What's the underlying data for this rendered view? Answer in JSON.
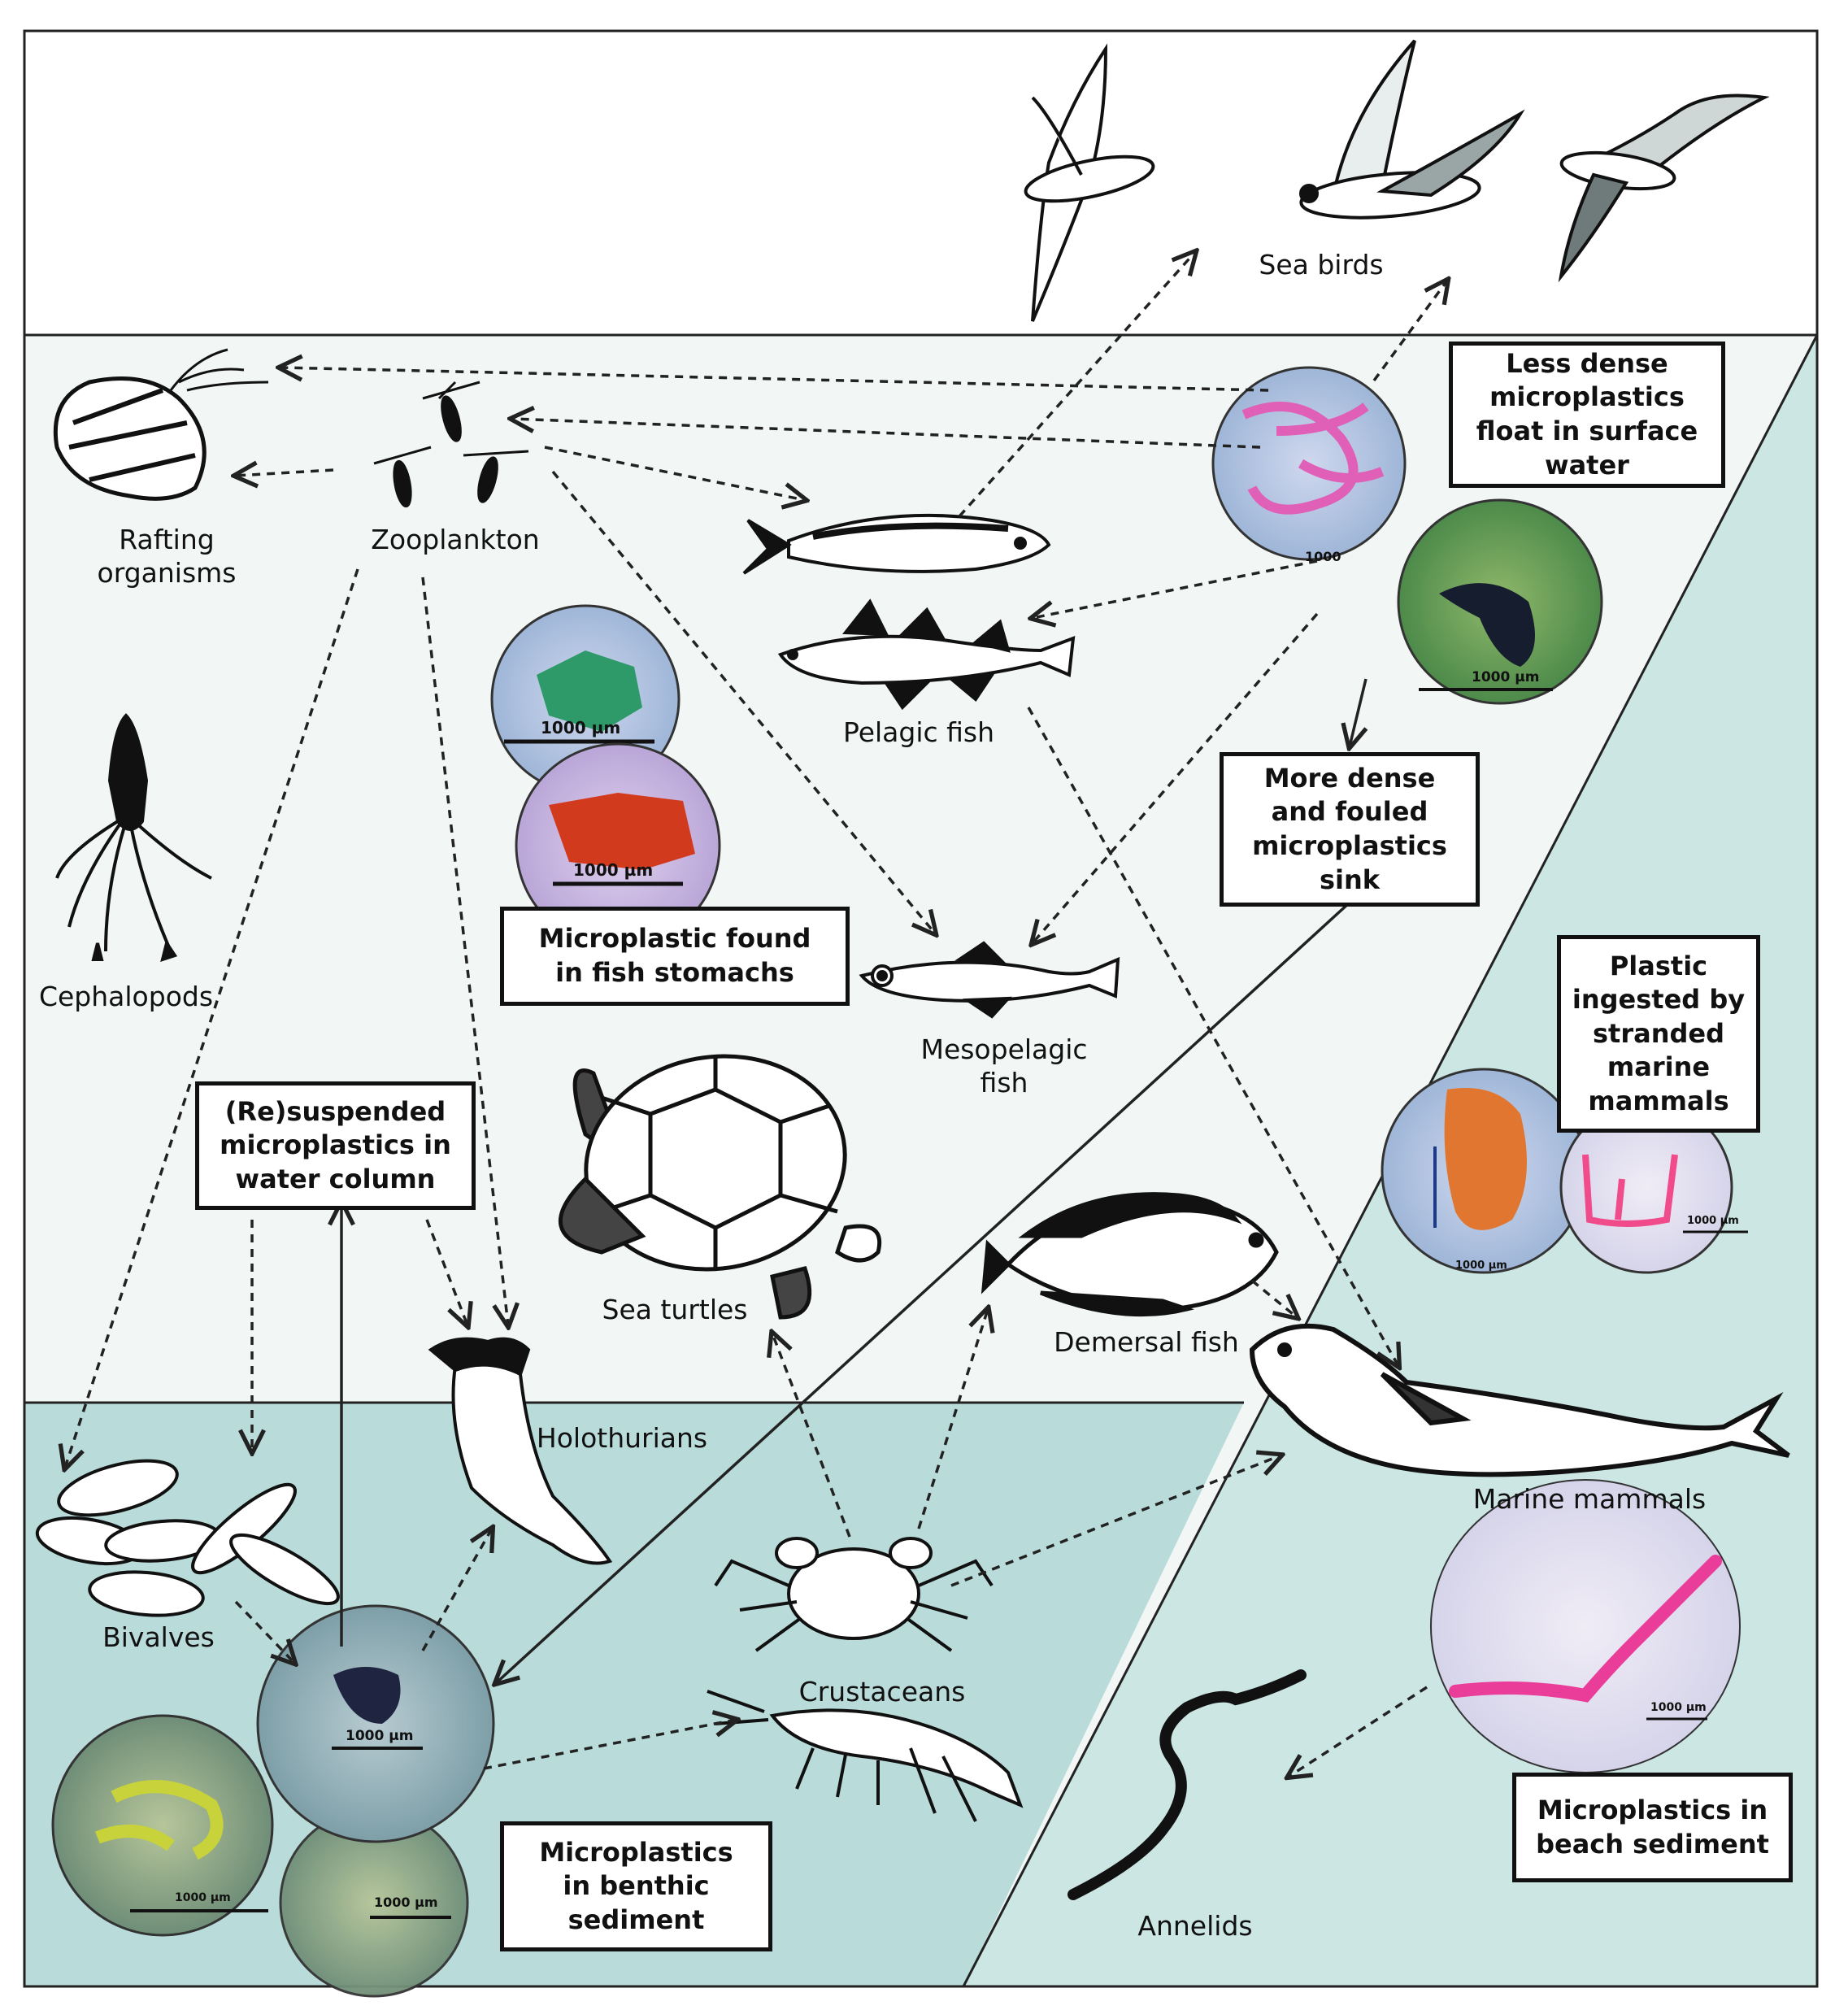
{
  "labels": {
    "sea_birds": "Sea birds",
    "rafting": "Rafting\norganisms",
    "zooplankton": "Zooplankton",
    "pelagic_fish": "Pelagic fish",
    "cephalopods": "Cephalopods",
    "mesopelagic": "Mesopelagic\nfish",
    "sea_turtles": "Sea turtles",
    "demersal": "Demersal fish",
    "holothurians": "Holothurians",
    "bivalves": "Bivalves",
    "crustaceans": "Crustaceans",
    "marine_mammals": "Marine mammals",
    "annelids": "Annelids"
  },
  "boxes": {
    "less_dense": "Less dense\nmicroplastics\nfloat in surface\nwater",
    "more_dense": "More dense\nand fouled\nmicroplastics\nsink",
    "fish_stomachs": "Microplastic found\nin fish stomachs",
    "resuspended": "(Re)suspended\nmicroplastics in\nwater column",
    "stranded": "Plastic\ningested by\nstranded\nmarine\nmammals",
    "benthic": "Microplastics\nin benthic\nsediment",
    "beach": "Microplastics in\nbeach sediment"
  },
  "scale_bars": {
    "surface_a": "1000",
    "surface_b": "1000 µm",
    "stomach_a": "1000 µm",
    "stomach_b": "1000 µm",
    "mammal_a": "1000 µm",
    "mammal_b": "1000 µm",
    "benthic_a": "1000 µm",
    "benthic_b": "1000 µm",
    "benthic_c": "1000 µm",
    "beach": "1000 µm"
  },
  "colors": {
    "sky": "#ffffff",
    "water_column": "#f2f7f6",
    "seafloor": "#b9dcda",
    "beach": "#cbe6e3",
    "lines": "#222222"
  }
}
